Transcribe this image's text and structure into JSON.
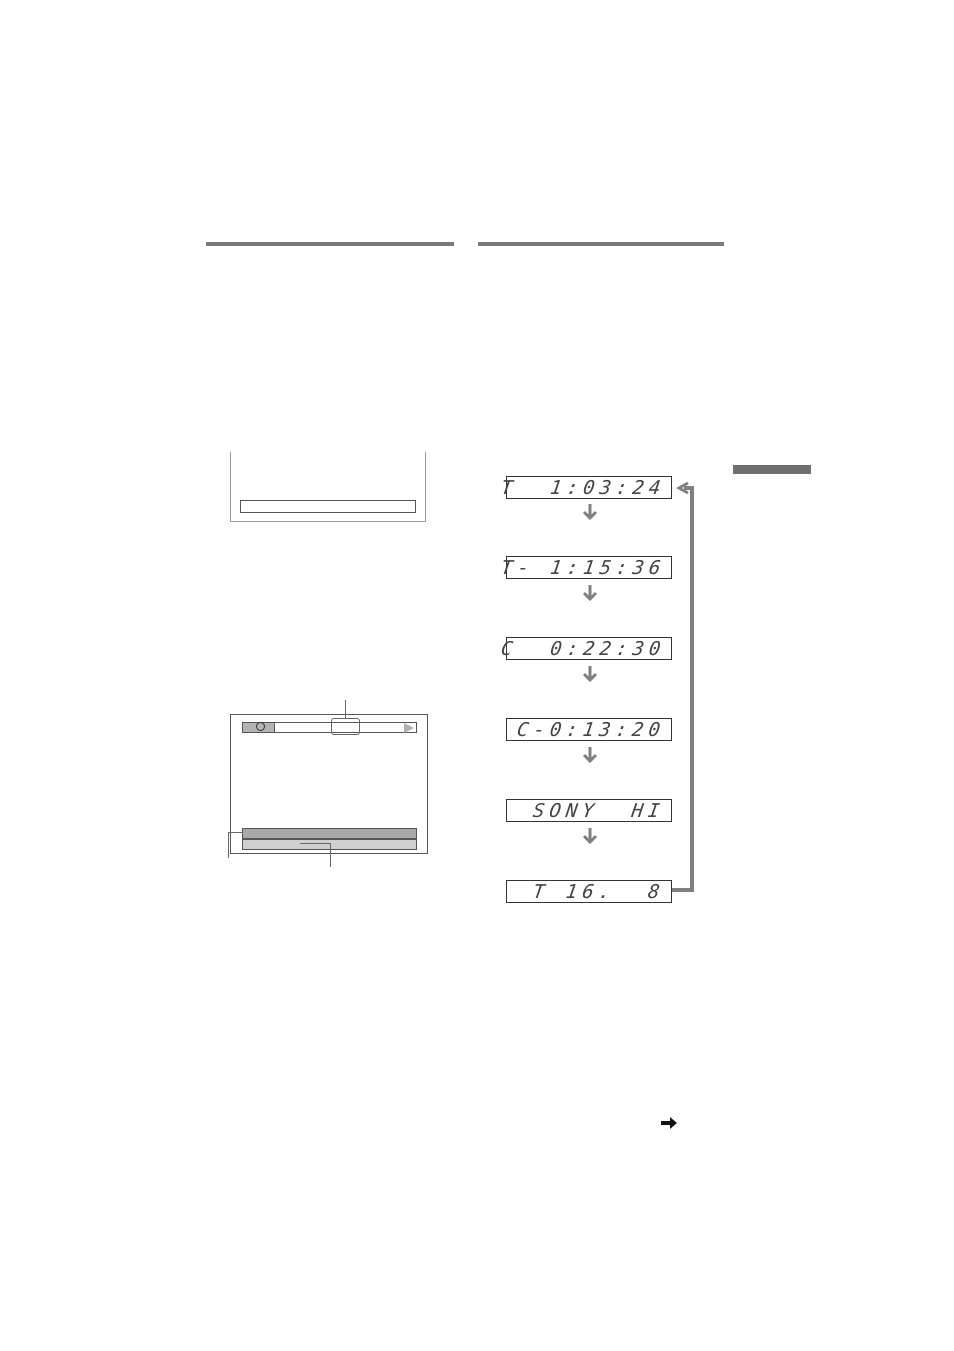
{
  "colors": {
    "rule": "#7a7a7a",
    "arrow": "#808080",
    "lcd_segment": "#444444",
    "screen_band_dark": "#a8a8a8",
    "screen_band_light": "#cfcfcf"
  },
  "front_panel_displays": [
    {
      "text": "T  1:03:24"
    },
    {
      "text": "T- 1:15:36"
    },
    {
      "text": "C  0:22:30"
    },
    {
      "text": "C-0:13:20"
    },
    {
      "text": "SONY  HI"
    },
    {
      "text": "T 16.  8"
    }
  ],
  "icons": {
    "step_arrow": "down-arrow-icon",
    "loop_arrow": "loop-back-arrow-icon",
    "continue": "right-arrow-icon",
    "disc": "disc-icon",
    "play": "play-icon"
  }
}
